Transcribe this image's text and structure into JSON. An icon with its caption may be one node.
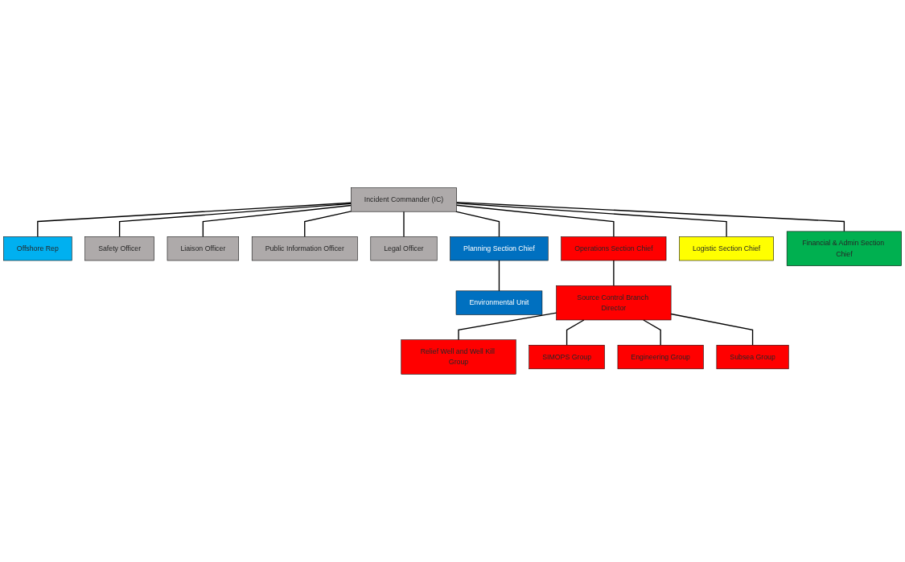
{
  "diagram": {
    "nodes": [
      {
        "text": [
          "Incident Commander (IC)"
        ]
      },
      {
        "text": [
          "Offshore Rep"
        ]
      },
      {
        "text": [
          "Safety Officer"
        ]
      },
      {
        "text": [
          "Liaison Officer"
        ]
      },
      {
        "text": [
          "Public Information Officer"
        ]
      },
      {
        "text": [
          "Legal Officer"
        ]
      },
      {
        "text": [
          "Planning Section Chief"
        ]
      },
      {
        "text": [
          "Operations Section Chief"
        ]
      },
      {
        "text": [
          "Logistic Section Chief"
        ]
      },
      {
        "text": [
          "Financial & Admin Section Chief"
        ]
      },
      {
        "text": [
          "Environmental Unit"
        ]
      },
      {
        "text": [
          "Source Control Branch Director"
        ]
      },
      {
        "text": [
          "Relief Well and Well Kill Group"
        ]
      },
      {
        "text": [
          "SIMOPS Group"
        ]
      },
      {
        "text": [
          "Engineering Group"
        ]
      },
      {
        "text": [
          "Subsea Group"
        ]
      }
    ],
    "edges": [
      {
        "from": 0,
        "to": 1,
        "arrow": "none"
      },
      {
        "from": 0,
        "to": 2,
        "arrow": "none"
      },
      {
        "from": 0,
        "to": 3,
        "arrow": "none"
      },
      {
        "from": 0,
        "to": 4,
        "arrow": "none"
      },
      {
        "from": 0,
        "to": 5,
        "arrow": "none"
      },
      {
        "from": 0,
        "to": 6,
        "arrow": "none"
      },
      {
        "from": 0,
        "to": 7,
        "arrow": "none"
      },
      {
        "from": 0,
        "to": 8,
        "arrow": "none"
      },
      {
        "from": 0,
        "to": 9,
        "arrow": "none"
      },
      {
        "from": 6,
        "to": 10,
        "arrow": "none"
      },
      {
        "from": 7,
        "to": 11,
        "arrow": "none"
      },
      {
        "from": 11,
        "to": 12,
        "arrow": "none"
      },
      {
        "from": 11,
        "to": 13,
        "arrow": "none"
      },
      {
        "from": 11,
        "to": 14,
        "arrow": "none"
      },
      {
        "from": 11,
        "to": 15,
        "arrow": "none"
      }
    ]
  }
}
